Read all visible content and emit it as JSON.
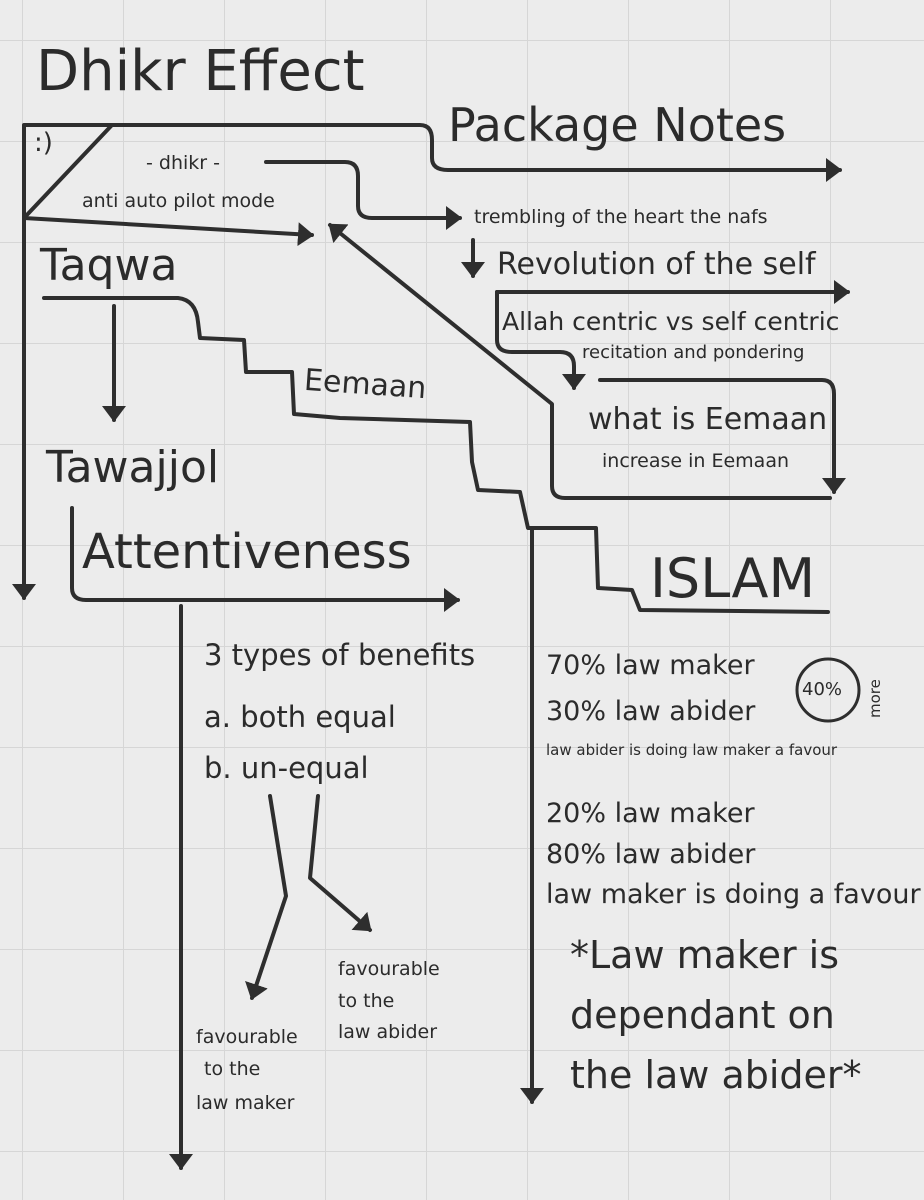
{
  "title": "Dhikr Effect",
  "smiley": ":)",
  "package_notes": "Package Notes",
  "dhikr_label": "- dhikr -",
  "anti_auto_pilot": "anti auto pilot mode",
  "trembling": "trembling of the heart the nafs",
  "revolution": "Revolution of the self",
  "allah_centric": "Allah centric vs self centric",
  "recitation": "recitation and pondering",
  "what_is_eemaan": "what is Eemaan",
  "increase_eemaan": "increase in Eemaan",
  "taqwa": "Taqwa",
  "eemaan": "Eemaan",
  "tawajjol": "Tawajjol",
  "attentiveness": "Attentiveness",
  "islam": "ISLAM",
  "benefits": {
    "heading": "3 types of benefits",
    "a": "a. both equal",
    "b": "b. un-equal",
    "left_branch": [
      "favourable",
      "to the",
      "law maker"
    ],
    "right_branch": [
      "favourable",
      "to the",
      "law abider"
    ]
  },
  "ratio1": {
    "maker": "70% law maker",
    "abider": "30% law abider",
    "note": "law abider is doing law maker a favour",
    "badge": "40%",
    "badge_side": "more"
  },
  "ratio2": {
    "maker": "20% law maker",
    "abider": "80% law abider",
    "note": "law maker is doing a favour"
  },
  "conclusion": [
    "*Law maker is",
    "dependant on",
    "the law abider*"
  ]
}
